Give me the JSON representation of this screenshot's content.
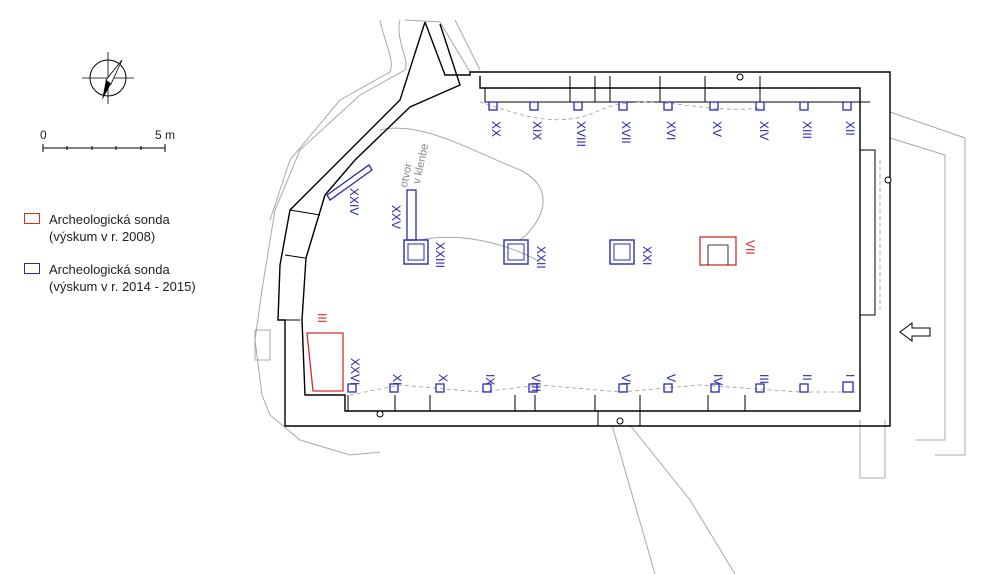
{
  "scale": {
    "start": "0",
    "end": "5 m"
  },
  "legend": [
    {
      "line1": "Archeologická sonda",
      "line2": "(výskum v r. 2008)",
      "color": "#d42a2a"
    },
    {
      "line1": "Archeologická sonda",
      "line2": "(výskum v r. 2014 - 2015)",
      "color": "#2a2ab0"
    }
  ],
  "annotation": {
    "line1": "otvor",
    "line2": "v klenbe"
  },
  "colors": {
    "wall": "#000000",
    "outline": "#999999",
    "red": "#d42a2a",
    "blue": "#2a2ab0"
  },
  "icons": [
    "north-arrow-icon",
    "entrance-arrow-icon"
  ],
  "probes": [
    {
      "id": "I",
      "color": "blue"
    },
    {
      "id": "II",
      "color": "blue"
    },
    {
      "id": "III",
      "color": "blue"
    },
    {
      "id": "IV",
      "color": "blue"
    },
    {
      "id": "V",
      "color": "blue"
    },
    {
      "id": "VI",
      "color": "blue"
    },
    {
      "id": "VII",
      "color": "red"
    },
    {
      "id": "VIII",
      "color": "blue"
    },
    {
      "id": "IX",
      "color": "blue"
    },
    {
      "id": "X",
      "color": "blue"
    },
    {
      "id": "XI",
      "color": "blue"
    },
    {
      "id": "XII",
      "color": "blue"
    },
    {
      "id": "XIII",
      "color": "blue"
    },
    {
      "id": "XIV",
      "color": "blue"
    },
    {
      "id": "XV",
      "color": "blue"
    },
    {
      "id": "XVI",
      "color": "blue"
    },
    {
      "id": "XVII",
      "color": "blue"
    },
    {
      "id": "XVIII",
      "color": "blue"
    },
    {
      "id": "XIX",
      "color": "blue"
    },
    {
      "id": "XX",
      "color": "blue"
    },
    {
      "id": "XXI",
      "color": "blue"
    },
    {
      "id": "XXII",
      "color": "blue"
    },
    {
      "id": "XXIII",
      "color": "blue"
    },
    {
      "id": "XXIV",
      "color": "blue"
    },
    {
      "id": "XXV",
      "color": "blue"
    },
    {
      "id": "XXVI",
      "color": "blue"
    },
    {
      "id": "III",
      "color": "red"
    }
  ]
}
